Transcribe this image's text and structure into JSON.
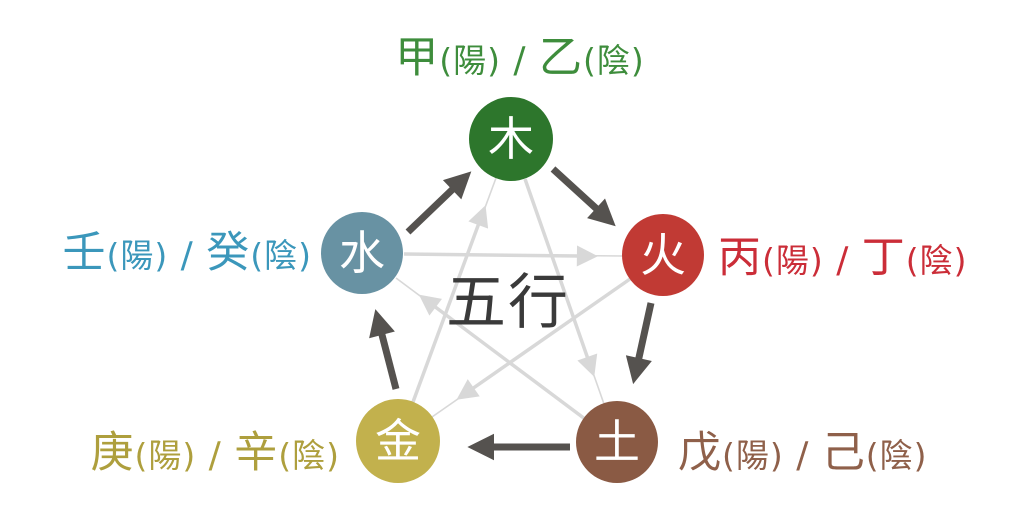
{
  "title": "五行",
  "shared": {
    "yang": "(陽)",
    "yin": "(陰)",
    "separator": " / "
  },
  "elements": [
    {
      "name": "wood",
      "char": "木",
      "yang_stem": "甲",
      "yin_stem": "乙",
      "circle_color": "#2d762c",
      "label_color": "#3e8d3c"
    },
    {
      "name": "fire",
      "char": "火",
      "yang_stem": "丙",
      "yin_stem": "丁",
      "circle_color": "#c13a34",
      "label_color": "#cb2d38"
    },
    {
      "name": "earth",
      "char": "土",
      "yang_stem": "戊",
      "yin_stem": "己",
      "circle_color": "#8a5a44",
      "label_color": "#8f604a"
    },
    {
      "name": "metal",
      "char": "金",
      "yang_stem": "庚",
      "yin_stem": "辛",
      "circle_color": "#c2b14d",
      "label_color": "#ae9f3d"
    },
    {
      "name": "water",
      "char": "水",
      "yang_stem": "壬",
      "yin_stem": "癸",
      "circle_color": "#6892a3",
      "label_color": "#3b97bb"
    }
  ],
  "cycles": {
    "generating": {
      "color": "#55524f",
      "sequence": [
        "water→wood",
        "wood→fire",
        "fire→earth",
        "earth→metal",
        "metal→water"
      ]
    },
    "overcoming": {
      "color": "#d8d8d8",
      "sequence": [
        "wood→earth",
        "earth→water",
        "water→fire",
        "fire→metal",
        "metal→wood"
      ]
    }
  },
  "colors": {
    "background": "#ffffff",
    "title": "#3a3a3a",
    "circle_text": "#ffffff"
  }
}
